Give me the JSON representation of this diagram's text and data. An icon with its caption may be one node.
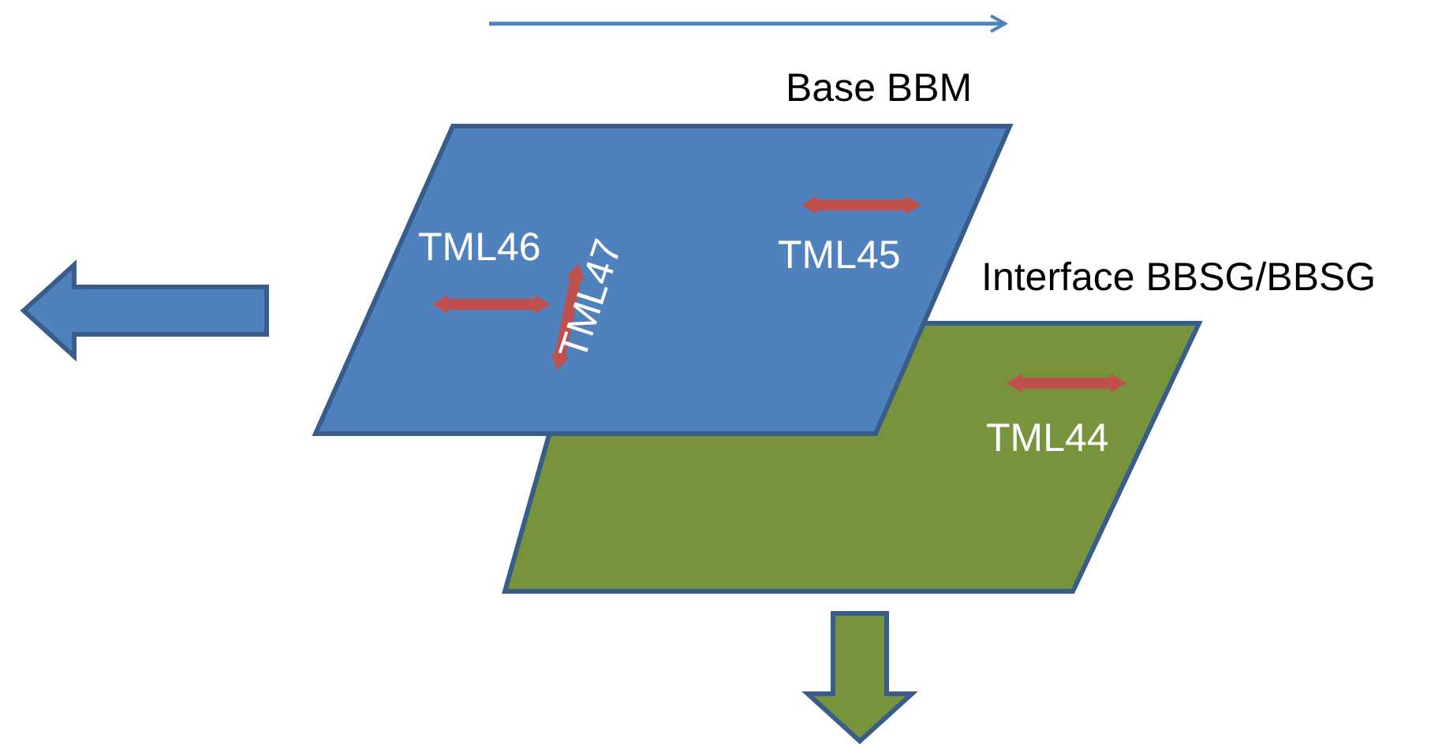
{
  "diagram": {
    "nodes": [
      {
        "text": [
          "Base BBM",
          "TML46",
          "TML47",
          "TML45"
        ]
      },
      {
        "text": [
          "Interface BBSG/BBSG",
          "TML44"
        ]
      }
    ]
  }
}
